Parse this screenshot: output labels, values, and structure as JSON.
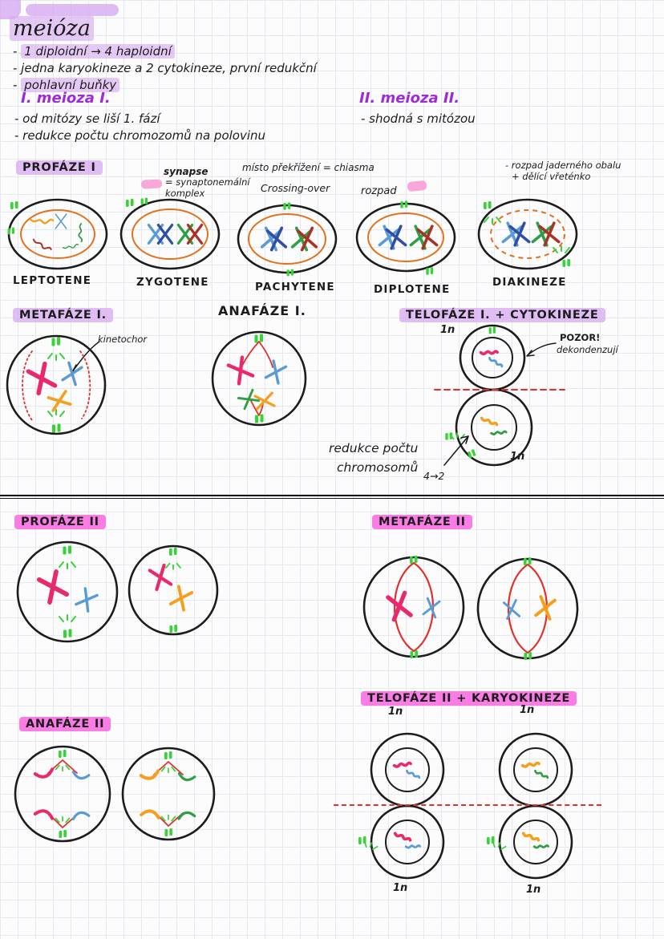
{
  "header": {
    "title": "meióza",
    "b1_dash": "-",
    "b1": "1 diploidní → 4 haploidní",
    "b2": "- jedna karyokineze a 2 cytokineze, první redukční",
    "b3_dash": "-",
    "b3": "pohlavní buňky"
  },
  "meioza1": {
    "heading": "I. meioza I.",
    "b1": "- od mitózy se liší 1. fází",
    "b2": "- redukce počtu chromozomů na polovinu"
  },
  "meioza2": {
    "heading": "II. meioza II.",
    "b1": "- shodná s mitózou"
  },
  "profaze1": {
    "heading": "PROFÁZE I",
    "synapse": "synapse",
    "synaptonemal": "= synaptonemální komplex",
    "chiasma": "místo překřížení = chiasma",
    "crossing_over": "Crossing-over",
    "rozpad": "rozpad",
    "diakineze_note1": "- rozpad jaderného obalu",
    "diakineze_note2": "+ dělící vřeténko",
    "stage1": "LEPTOTENE",
    "stage2": "ZYGOTENE",
    "stage3": "PACHYTENE",
    "stage4": "DIPLOTENE",
    "stage5": "DIAKINEZE"
  },
  "row2": {
    "metafaze1": "METAFÁZE I.",
    "kinetochor": "kinetochor",
    "anafaze1": "ANAFÁZE I.",
    "telofaze1": "TELOFÁZE I. + CYTOKINEZE",
    "n_top": "1n",
    "pozor1": "POZOR!",
    "pozor2": "dekondenzují",
    "n_bottom": "1n",
    "redukce1": "redukce počtu",
    "redukce2": "chromosomů",
    "redukce3": "4→2"
  },
  "meioza2_phases": {
    "profaze2": "PROFÁZE II",
    "metafaze2": "METAFÁZE II",
    "anafaze2": "ANAFÁZE II",
    "telofaze2": "TELOFÁZE II + KARYOKINEZE",
    "n1": "1n",
    "n2": "1n",
    "n3": "1n",
    "n4": "1n"
  },
  "colors": {
    "highlight_lavender": "#d6a6f0",
    "highlight_pink": "#f966e0",
    "heading_purple": "#9d2bd6",
    "pen_black": "#1c1c1c",
    "nuclear_envelope_orange": "#e2711d",
    "spindle_red": "#e0312b",
    "centrosome_green": "#35d435",
    "chromosome_pink": "#e82a6d",
    "chromosome_blue": "#5b9bd5",
    "chromosome_green": "#2f9e44",
    "chromosome_dark_red": "#a93226",
    "chromosome_orange": "#f59f1e"
  }
}
